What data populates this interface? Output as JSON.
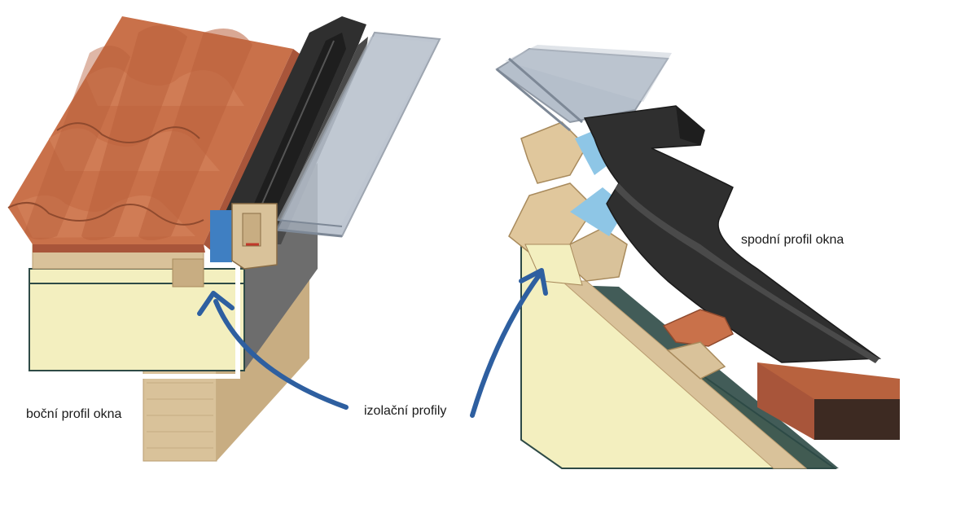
{
  "labels": {
    "side_profile": "boční profil okna",
    "insulation_profiles": "izolační profily",
    "bottom_profile": "spodní profil okna"
  },
  "colors": {
    "tile": "#c9714a",
    "tile_dark": "#a8553a",
    "foam": "#f3efbf",
    "foam_edge": "#2e4a46",
    "wood": "#d9c29a",
    "wood_dark": "#b99c70",
    "glass": "#a9b4c2",
    "glass_edge": "#7d8896",
    "flashing": "#2f2f2f",
    "flashing_light": "#4a4a4a",
    "membrane_blue": "#3f7fc2",
    "membrane_light": "#8ec6e6",
    "arrow": "#2e5fa0",
    "brick": "#b8623e",
    "brick_dark": "#3d2a22"
  }
}
